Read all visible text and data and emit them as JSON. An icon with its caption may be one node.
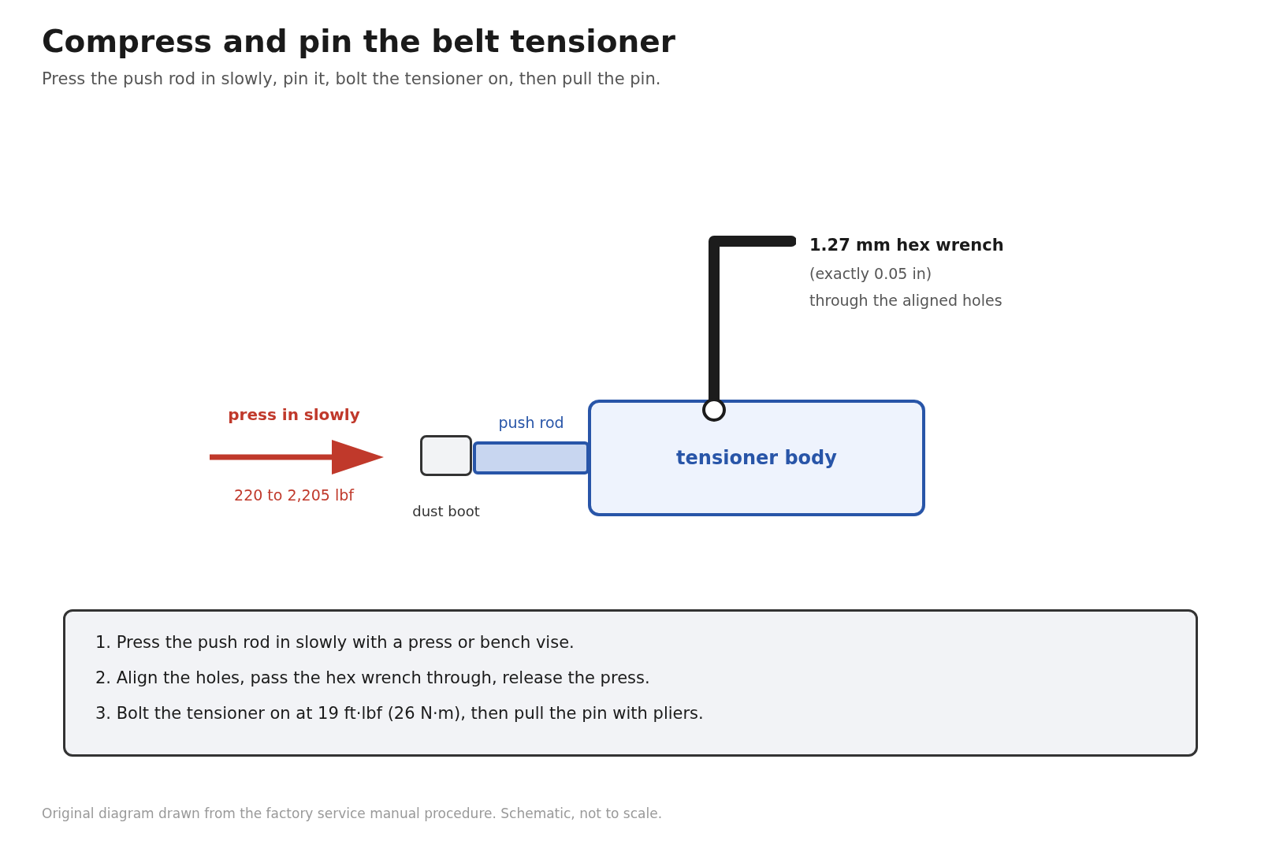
{
  "diagram": {
    "title": "Compress and pin the belt tensioner",
    "caption": "Original diagram drawn from the factory service manual procedure. Schematic, not to scale.",
    "nodes": [
      {
        "text": [
          "1.27 mm hex wrench",
          "(exactly 0.05 in)",
          "through the aligned holes"
        ]
      },
      {
        "text": [
          "dust boot"
        ]
      },
      {
        "text": [
          "push rod"
        ]
      },
      {
        "text": [
          "tensioner body"
        ]
      },
      {
        "text": [
          "1. Press the push rod in slowly with a press or bench vise.",
          "2. Align the holes, pass the hex wrench through, release the press.",
          "3. Bolt the tensioner on at 19 ft·lbf (26 N·m), then pull the pin with pliers."
        ]
      }
    ],
    "labels": [
      "Press the push rod in slowly, pin it, bolt the tensioner on, then pull the pin.",
      "press in slowly",
      "220 to 2,205 lbf"
    ]
  }
}
